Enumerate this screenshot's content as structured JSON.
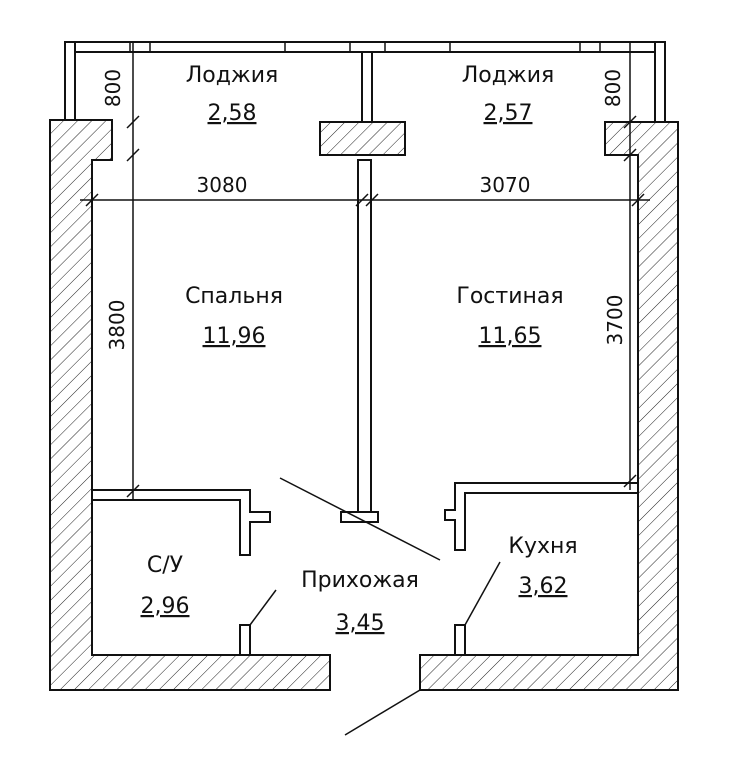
{
  "rooms": [
    {
      "name": "Лоджия",
      "area": "2,58"
    },
    {
      "name": "Лоджия",
      "area": "2,57"
    },
    {
      "name": "Спальня",
      "area": "11,96"
    },
    {
      "name": "Гостиная",
      "area": "11,65"
    },
    {
      "name": "С/У",
      "area": "2,96"
    },
    {
      "name": "Прихожая",
      "area": "3,45"
    },
    {
      "name": "Кухня",
      "area": "3,62"
    }
  ],
  "dimensions": {
    "loggia_left_depth": "800",
    "loggia_right_depth": "800",
    "bedroom_width": "3080",
    "living_width": "3070",
    "bedroom_length": "3800",
    "living_length": "3700"
  },
  "colors": {
    "line": "#111111",
    "background": "#ffffff"
  }
}
